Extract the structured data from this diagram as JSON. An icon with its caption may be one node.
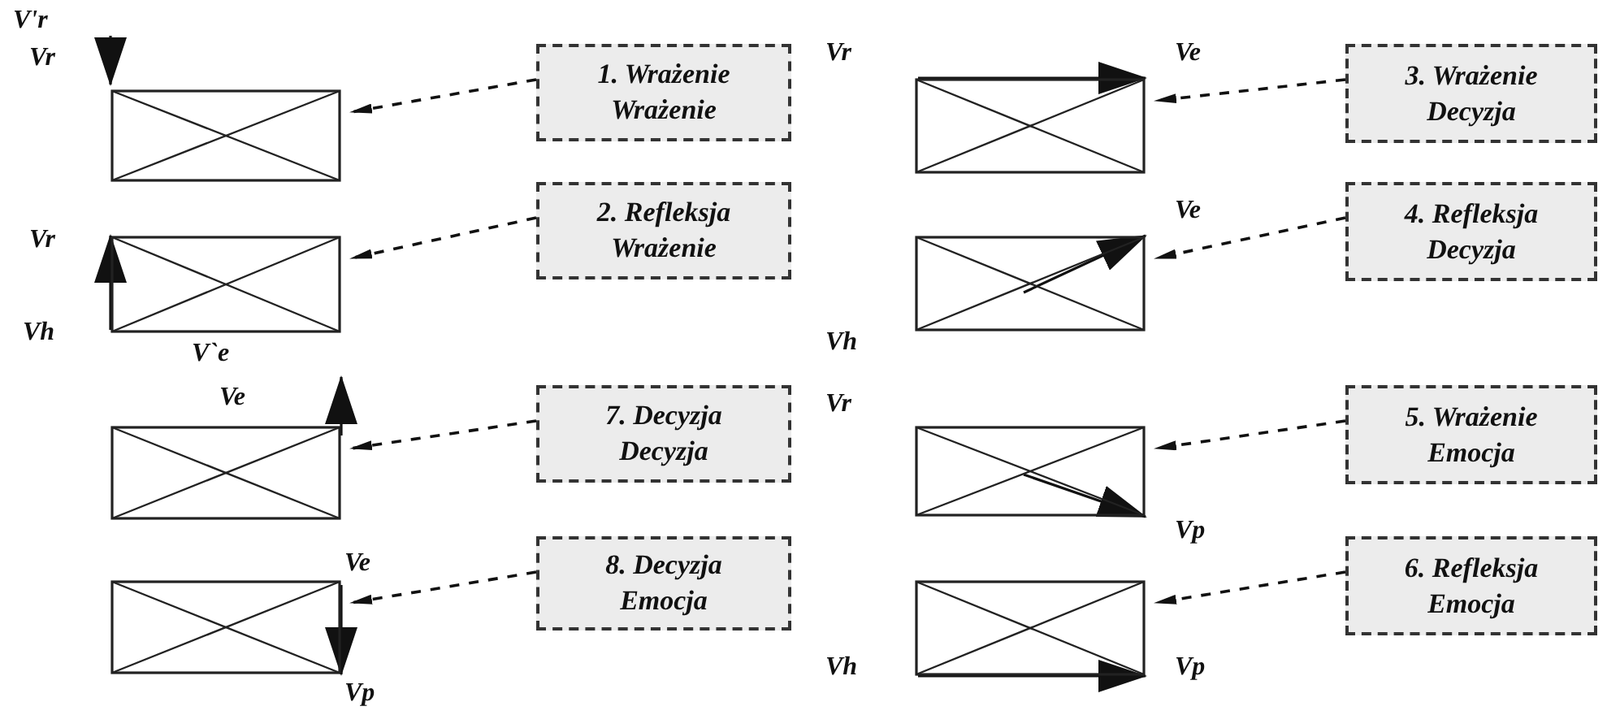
{
  "diagram": {
    "nodes": [
      {
        "text": [],
        "shape": "box"
      },
      {
        "text": [
          "1. Wrażenie Wrażenie"
        ]
      },
      {
        "text": [],
        "shape": "box"
      },
      {
        "text": [
          "2. Refleksja Wrażenie"
        ]
      },
      {
        "text": [],
        "shape": "box"
      },
      {
        "text": [
          "7. Decyzja Decyzja"
        ]
      },
      {
        "text": [],
        "shape": "box"
      },
      {
        "text": [
          "8. Decyzja Emocja"
        ]
      },
      {
        "text": [],
        "shape": "box"
      },
      {
        "text": [
          "3. Wrażenie Decyzja"
        ]
      },
      {
        "text": [],
        "shape": "box"
      },
      {
        "text": [
          "4. Refleksja Decyzja"
        ]
      },
      {
        "text": [],
        "shape": "box"
      },
      {
        "text": [
          "5. Wrażenie Emocja"
        ]
      },
      {
        "text": [],
        "shape": "box"
      },
      {
        "text": [
          "6. Refleksja Emocja"
        ]
      }
    ],
    "edges": [
      {
        "from": 1,
        "to": 0,
        "arrow": "to",
        "style": "dashed"
      },
      {
        "from": 3,
        "to": 2,
        "arrow": "to",
        "style": "dashed"
      },
      {
        "from": 5,
        "to": 4,
        "arrow": "to",
        "style": "dashed"
      },
      {
        "from": 7,
        "to": 6,
        "arrow": "to",
        "style": "dashed"
      },
      {
        "from": 9,
        "to": 8,
        "arrow": "to",
        "style": "dashed"
      },
      {
        "from": 11,
        "to": 10,
        "arrow": "to",
        "style": "dashed"
      },
      {
        "from": 13,
        "to": 12,
        "arrow": "to",
        "style": "dashed"
      },
      {
        "from": 15,
        "to": 14,
        "arrow": "to",
        "style": "dashed"
      }
    ],
    "labels": [
      "V'r",
      "Vr",
      "Vr",
      "Ve",
      "Vr",
      "Ve",
      "Vh",
      "Vh",
      "V`e",
      "Ve",
      "Vr",
      "Vp",
      "Ve",
      "Vh",
      "Vp",
      "Vp"
    ]
  }
}
